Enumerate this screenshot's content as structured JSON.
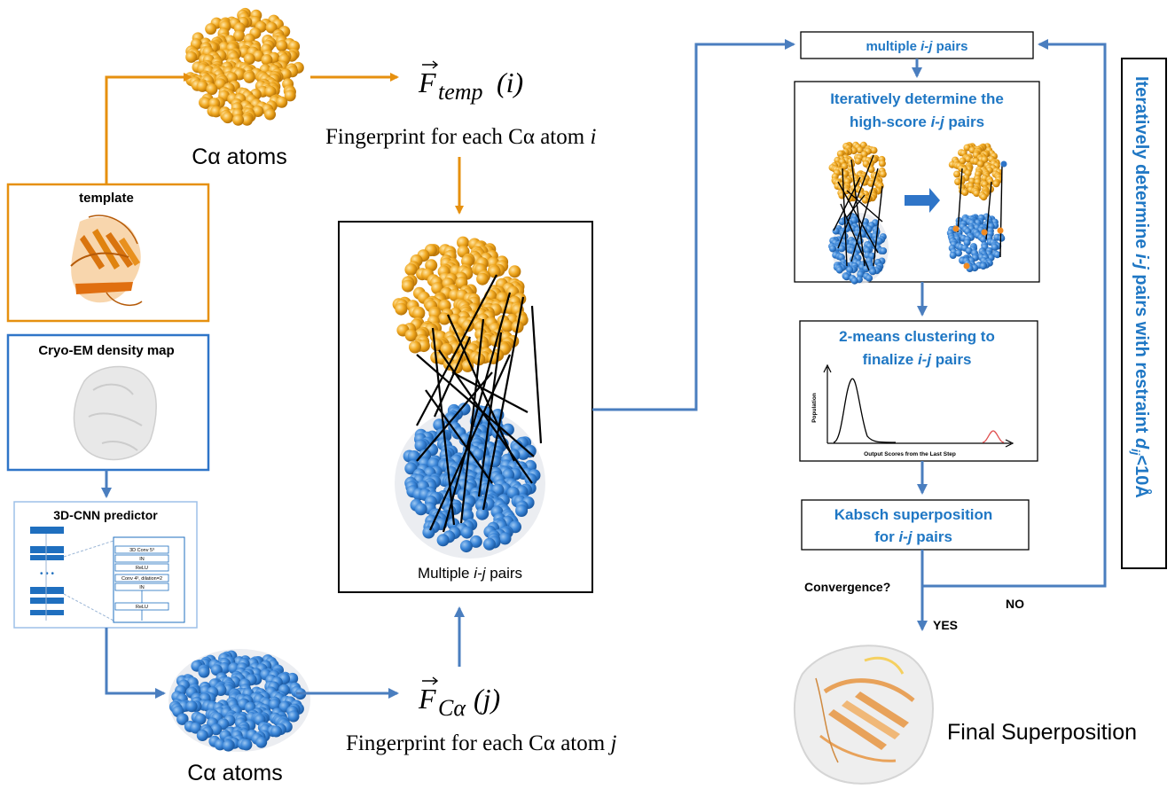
{
  "colors": {
    "orange": "#e6900f",
    "blue": "#2f75c8",
    "flow_blue": "#4a7ebf",
    "step_text": "#1f77c4",
    "gold_atom": "#f0a820",
    "blue_atom": "#3b86d8",
    "red_peak": "#e05050"
  },
  "left": {
    "template_label": "template",
    "density_label": "Cryo-EM density map",
    "cnn_label": "3D-CNN predictor",
    "cnn_layers": [
      "3D Conv 5³",
      "IN",
      "ReLU",
      "Conv 4³, dilation=2",
      "IN",
      "ReLU"
    ],
    "ca_atoms_top": "Cα atoms",
    "ca_atoms_bottom": "Cα atoms"
  },
  "fingerprints": {
    "f_temp_main": "F",
    "f_temp_sub": "temp",
    "f_temp_arg": "(i)",
    "f_temp_caption": "Fingerprint for each Cα atom ",
    "f_temp_caption_var": "i",
    "f_ca_main": "F",
    "f_ca_sub": "Cα",
    "f_ca_arg": "(j)",
    "f_ca_caption": "Fingerprint for each Cα atom ",
    "f_ca_caption_var": "j"
  },
  "center": {
    "pairs_prefix": "Multiple ",
    "pairs_var": "i-j",
    "pairs_suffix": " pairs"
  },
  "steps": {
    "step1_prefix": "multiple ",
    "step1_var": "i-j",
    "step1_suffix": " pairs",
    "step2_line1": "Iteratively determine the",
    "step2_line2_prefix": "high-score ",
    "step2_line2_var": "i-j",
    "step2_line2_suffix": " pairs",
    "step3_line1": "2-means clustering to",
    "step3_line2_prefix": "finalize ",
    "step3_line2_var": "i-j",
    "step3_line2_suffix": " pairs",
    "plot_ylabel": "Population",
    "plot_xlabel": "Output Scores from the Last Step",
    "step4_line1": "Kabsch superposition",
    "step4_line2_prefix": "for ",
    "step4_line2_var": "i-j",
    "step4_line2_suffix": " pairs",
    "convergence": "Convergence?",
    "no_label": "NO",
    "yes_label": "YES",
    "final_label": "Final Superposition"
  },
  "side_panel": {
    "text_prefix": "Iteratively determine ",
    "text_var": "i-j",
    "text_mid": " pairs with restraint ",
    "text_d": "d",
    "text_sub": "ij",
    "text_suffix": "<10Å"
  }
}
